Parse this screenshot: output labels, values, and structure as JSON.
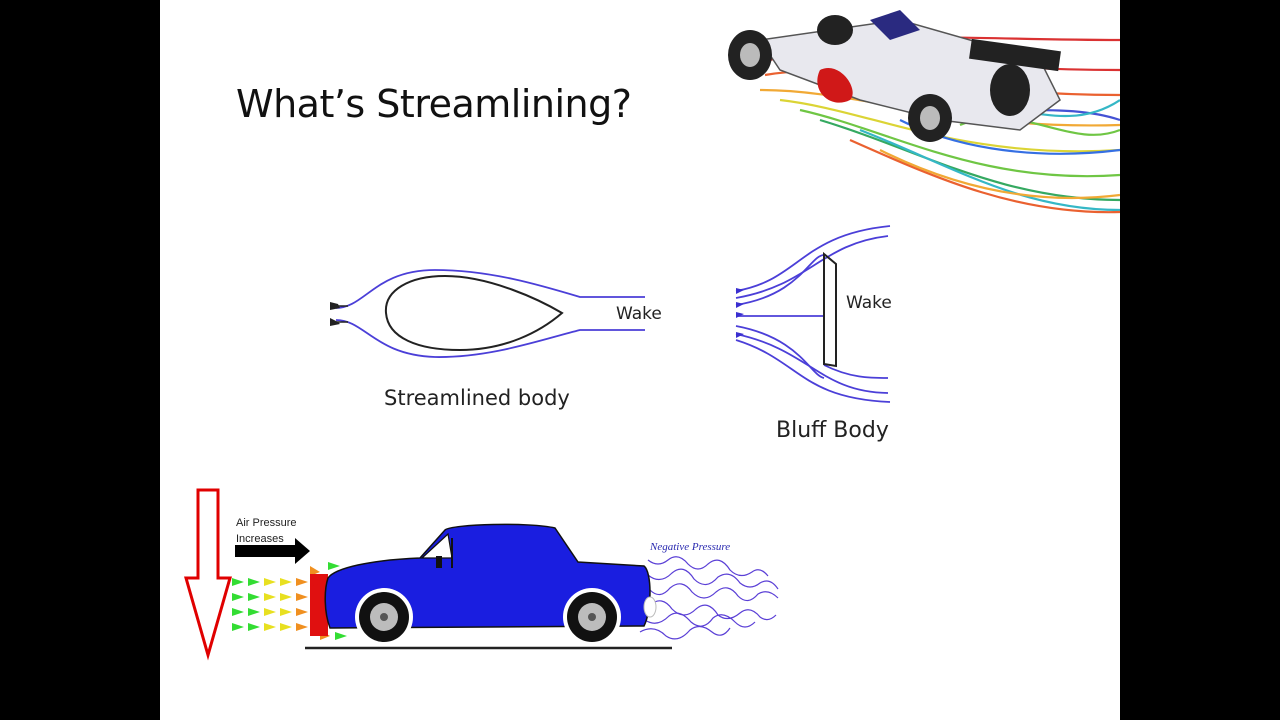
{
  "slide": {
    "title": "What’s Streamlining?"
  },
  "streamlined": {
    "wake_label": "Wake",
    "caption": "Streamlined body"
  },
  "bluff": {
    "wake_label": "Wake",
    "caption": "Bluff Body"
  },
  "car_diagram": {
    "air_pressure_label_line1": "Air Pressure",
    "air_pressure_label_line2": "Increases",
    "negative_pressure_label": "Negative Pressure",
    "car_color": "#1a1ee0",
    "flow_color": "#5a3fd6",
    "arrow_color": "#e00000"
  },
  "f1_image": {
    "alt": "F1 car streamline CFD image"
  }
}
